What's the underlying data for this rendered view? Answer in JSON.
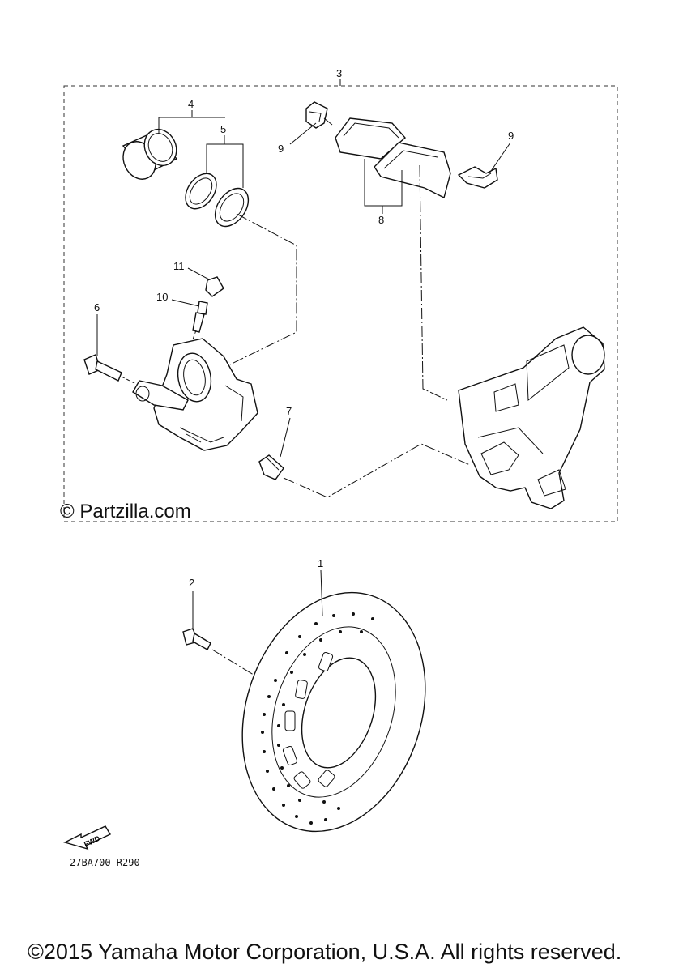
{
  "callouts": {
    "p1": "1",
    "p2": "2",
    "p3": "3",
    "p4": "4",
    "p5": "5",
    "p6": "6",
    "p7": "7",
    "p8": "8",
    "p9a": "9",
    "p9b": "9",
    "p10": "10",
    "p11": "11"
  },
  "watermark": "© Partzilla.com",
  "fwd_label": "FWD",
  "drawing_code": "27BA700-R290",
  "copyright": "©2015 Yamaha Motor Corporation, U.S.A. All rights reserved."
}
